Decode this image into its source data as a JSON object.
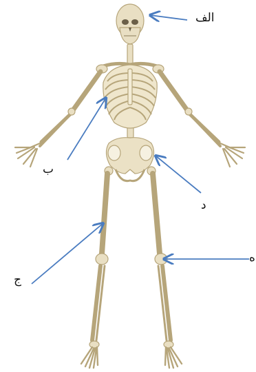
{
  "labels": {
    "skull": "الف",
    "ribcage": "ب",
    "femur": "ج",
    "pelvis": "د",
    "knee": "ه"
  },
  "colors": {
    "bone": "#e9dfc3",
    "bone_stroke": "#b6a57a",
    "bone_shadow": "#cdbf97",
    "arrow": "#4a7cc0"
  }
}
